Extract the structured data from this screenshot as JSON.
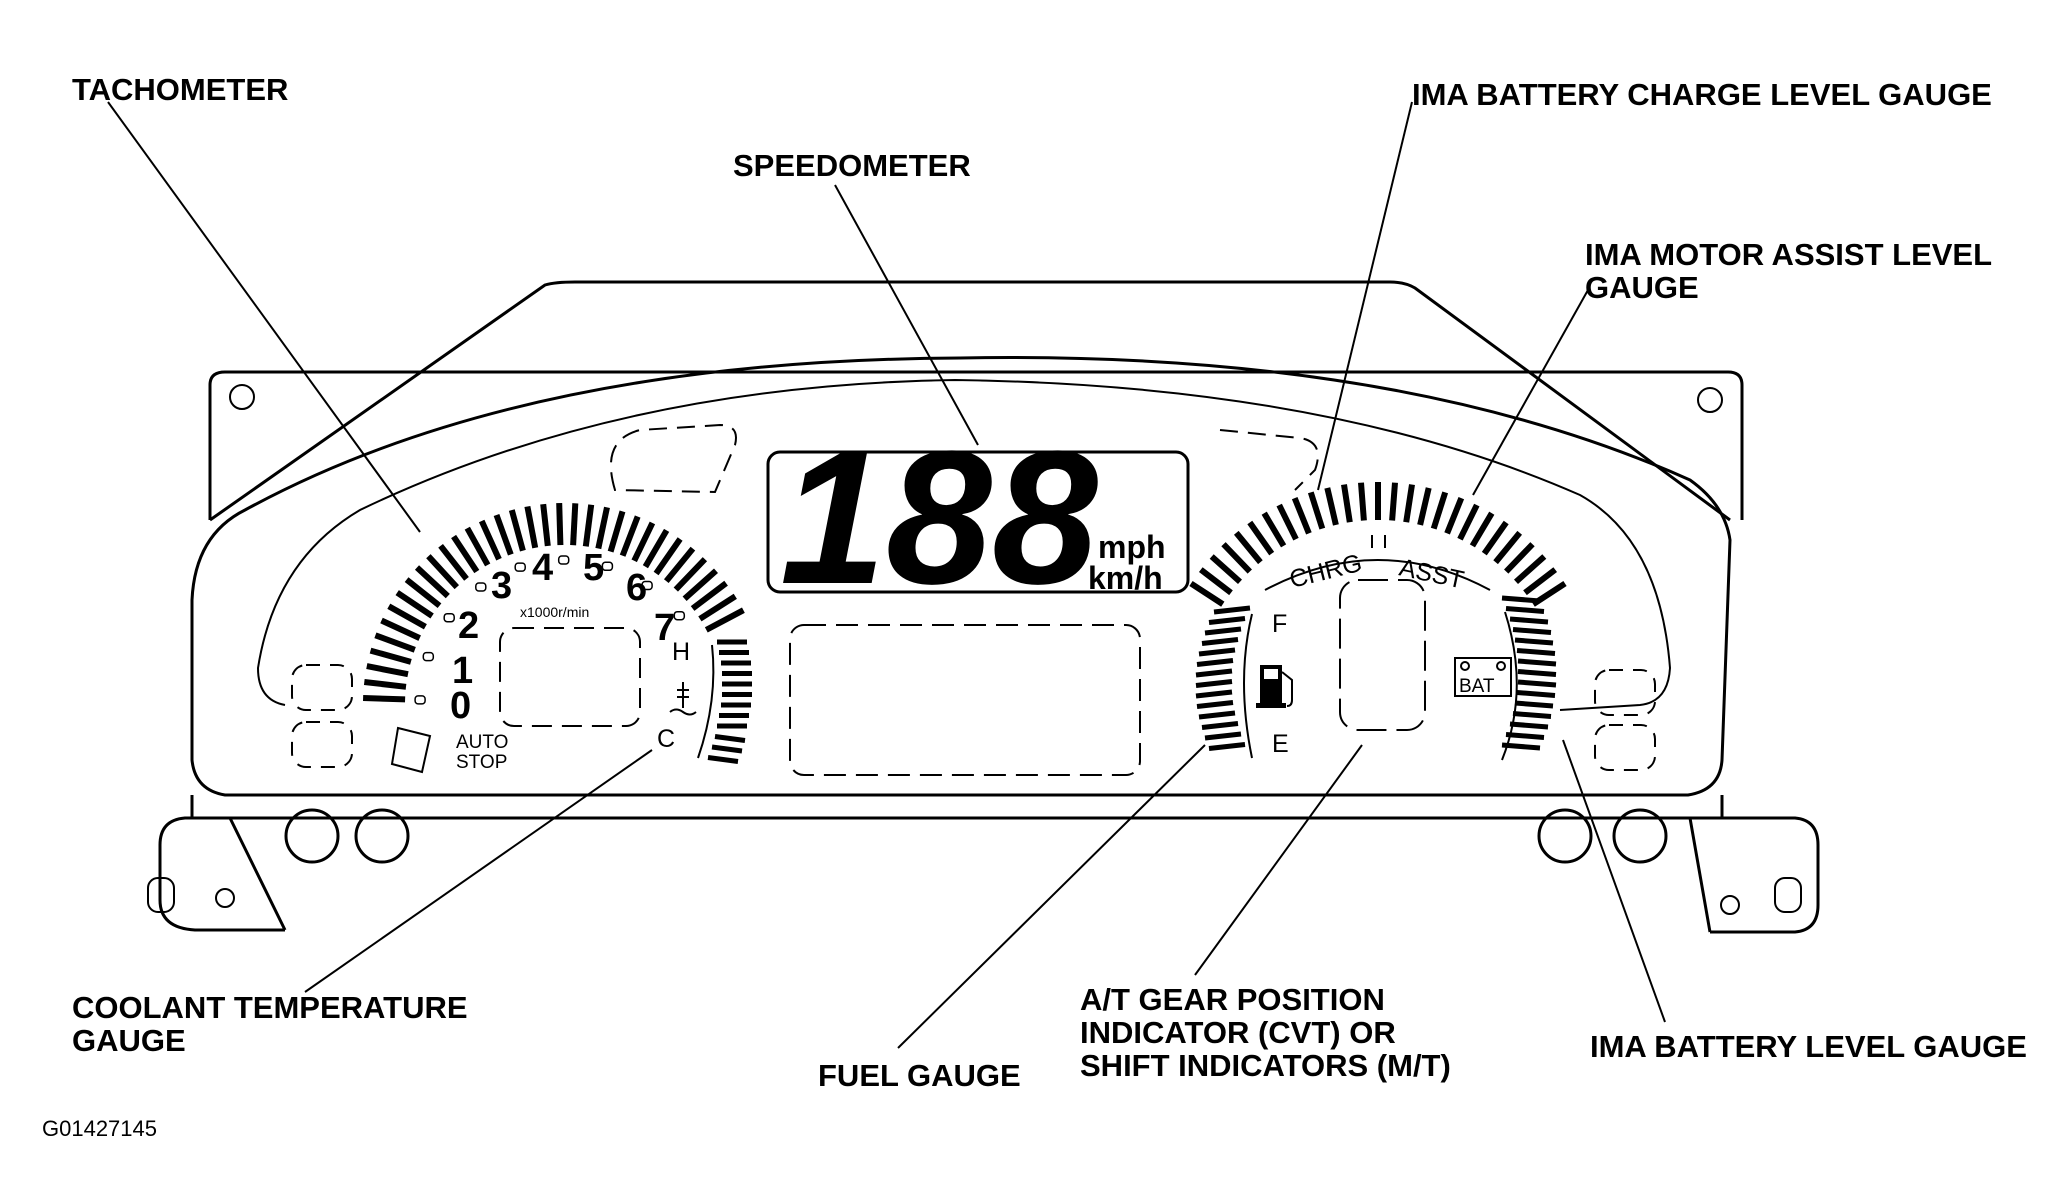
{
  "callouts": {
    "tachometer": "TACHOMETER",
    "speedometer": "SPEEDOMETER",
    "ima_charge": "IMA BATTERY CHARGE LEVEL GAUGE",
    "ima_assist_line1": "IMA MOTOR ASSIST LEVEL",
    "ima_assist_line2": "GAUGE",
    "coolant_line1": "COOLANT TEMPERATURE",
    "coolant_line2": "GAUGE",
    "fuel": "FUEL GAUGE",
    "gear_line1": "A/T GEAR POSITION",
    "gear_line2": "INDICATOR (CVT) OR",
    "gear_line3": "SHIFT INDICATORS (M/T)",
    "battery_level": "IMA BATTERY LEVEL GAUGE"
  },
  "figure_code": "G01427145",
  "cluster": {
    "speed_display": "188",
    "speed_unit_mph": "mph",
    "speed_unit_kmh": "km/h",
    "tach_numbers": [
      "0",
      "1",
      "2",
      "3",
      "4",
      "5",
      "6",
      "7"
    ],
    "tach_unit": "x1000r/min",
    "auto_stop_line1": "AUTO",
    "auto_stop_line2": "STOP",
    "coolant_hot": "H",
    "coolant_cold": "C",
    "fuel_full": "F",
    "fuel_empty": "E",
    "charge_label": "CHRG",
    "assist_label": "ASST",
    "battery_label": "BAT"
  },
  "icons": {
    "fuel_pump": "fuel-pump-icon",
    "coolant": "coolant-temp-icon",
    "battery": "battery-icon"
  }
}
